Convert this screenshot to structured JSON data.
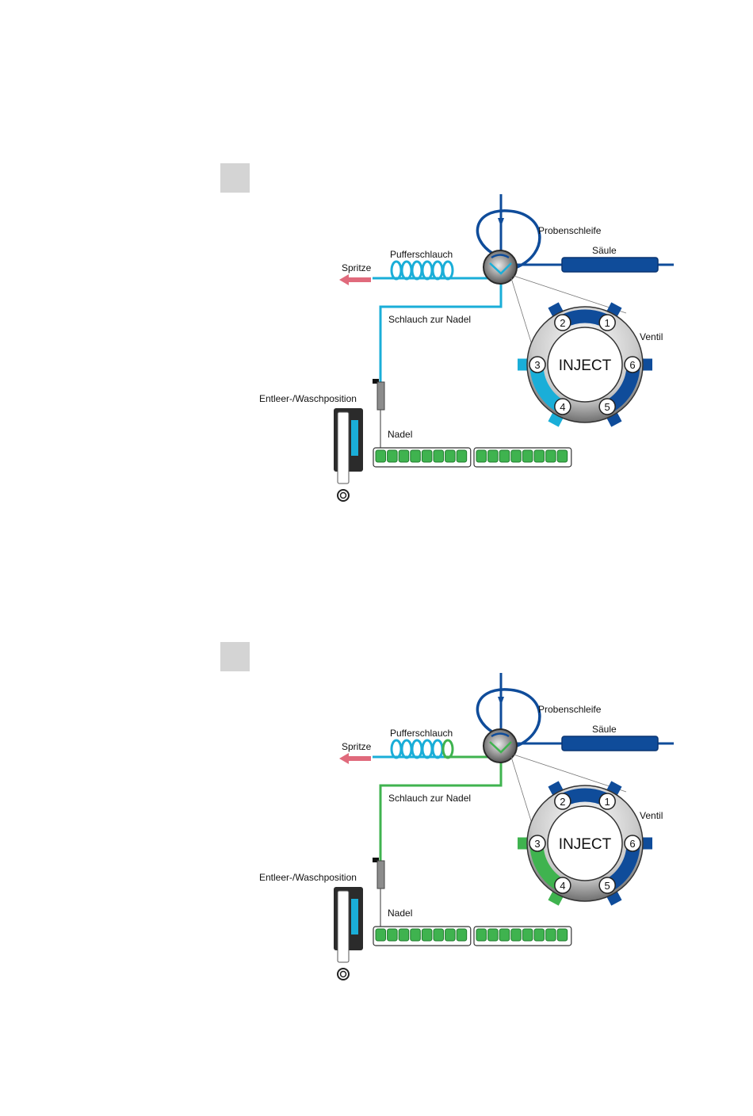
{
  "colors": {
    "dark_blue": "#0f4c9a",
    "light_blue": "#1aaed8",
    "green": "#3fb34f",
    "syringe_arrow": "#e06a7c",
    "step_box": "#d4d4d4"
  },
  "labels": {
    "probenschleife": "Probenschleife",
    "saeule": "Säule",
    "pufferschlauch": "Pufferschlauch",
    "spritze": "Spritze",
    "schlauch_zur_nadel": "Schlauch zur Nadel",
    "ventil": "Ventil",
    "inject": "INJECT",
    "entleer": "Entleer-/Waschposition",
    "nadel": "Nadel"
  },
  "ports": [
    "1",
    "2",
    "3",
    "4",
    "5",
    "6"
  ],
  "diagrams": [
    {
      "id": "diagram-1",
      "sample_color": "#1aaed8",
      "green_coil_segment": false
    },
    {
      "id": "diagram-2",
      "sample_color": "#3fb34f",
      "green_coil_segment": true
    }
  ]
}
